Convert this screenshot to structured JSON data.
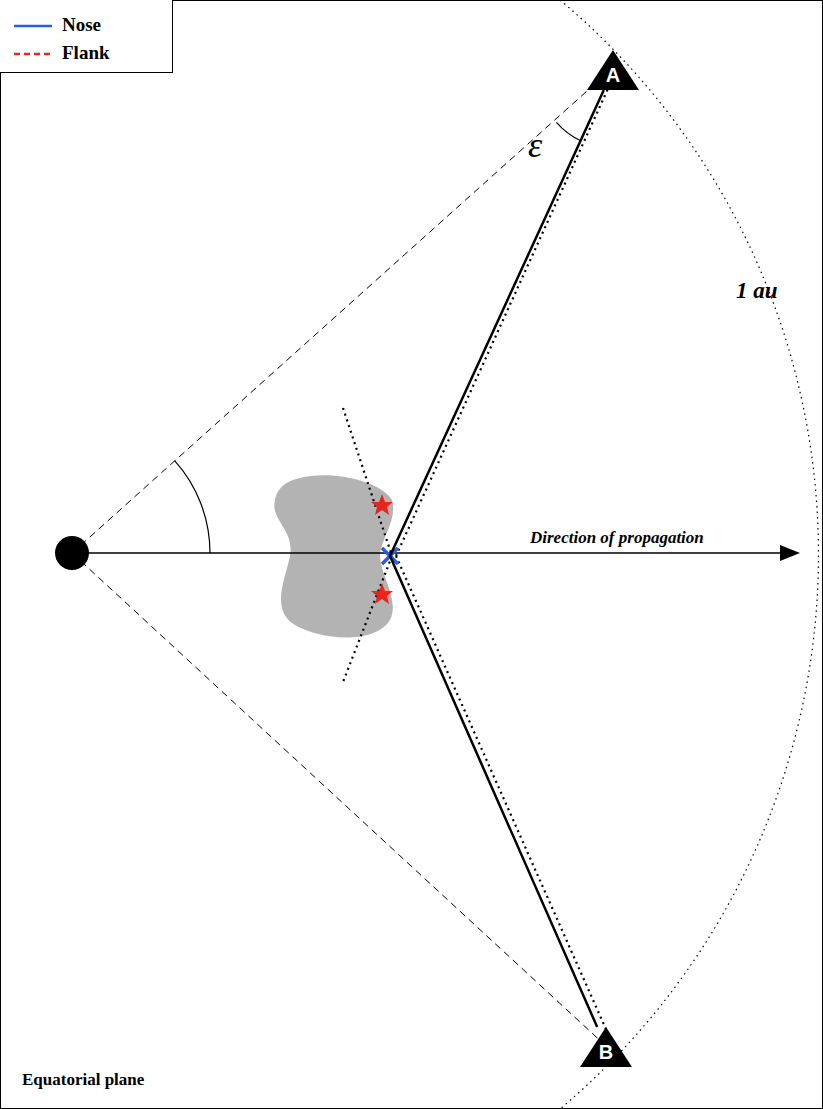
{
  "diagram": {
    "nodes": [
      {
        "text": [
          "A"
        ]
      },
      {
        "text": [
          "B"
        ]
      }
    ],
    "edges": [
      {
        "from": 0,
        "to": 1,
        "arrow": "none"
      }
    ],
    "labels": [
      "ε",
      "1 au",
      "Direction of propagation",
      "Equatorial plane"
    ],
    "legend": [
      {
        "text": "Nose"
      },
      {
        "text": "Flank"
      }
    ]
  }
}
